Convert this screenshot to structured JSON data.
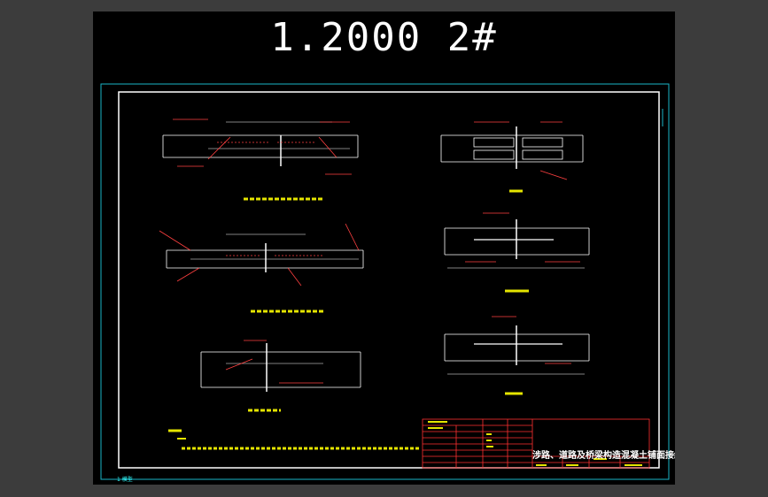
{
  "viewport": {
    "sheet_title": "1.2000 2#"
  },
  "title_block": {
    "drawing_title": "涉路、道路及桥梁构造混凝土铺面接缝构造(一)"
  },
  "status": {
    "model_tab": "1 模型"
  },
  "colors": {
    "background": "#000000",
    "frame_white": "#ffffff",
    "frame_cyan": "#00bcd4",
    "title_block_red": "#e53935",
    "annotation_yellow": "#e5e500"
  }
}
